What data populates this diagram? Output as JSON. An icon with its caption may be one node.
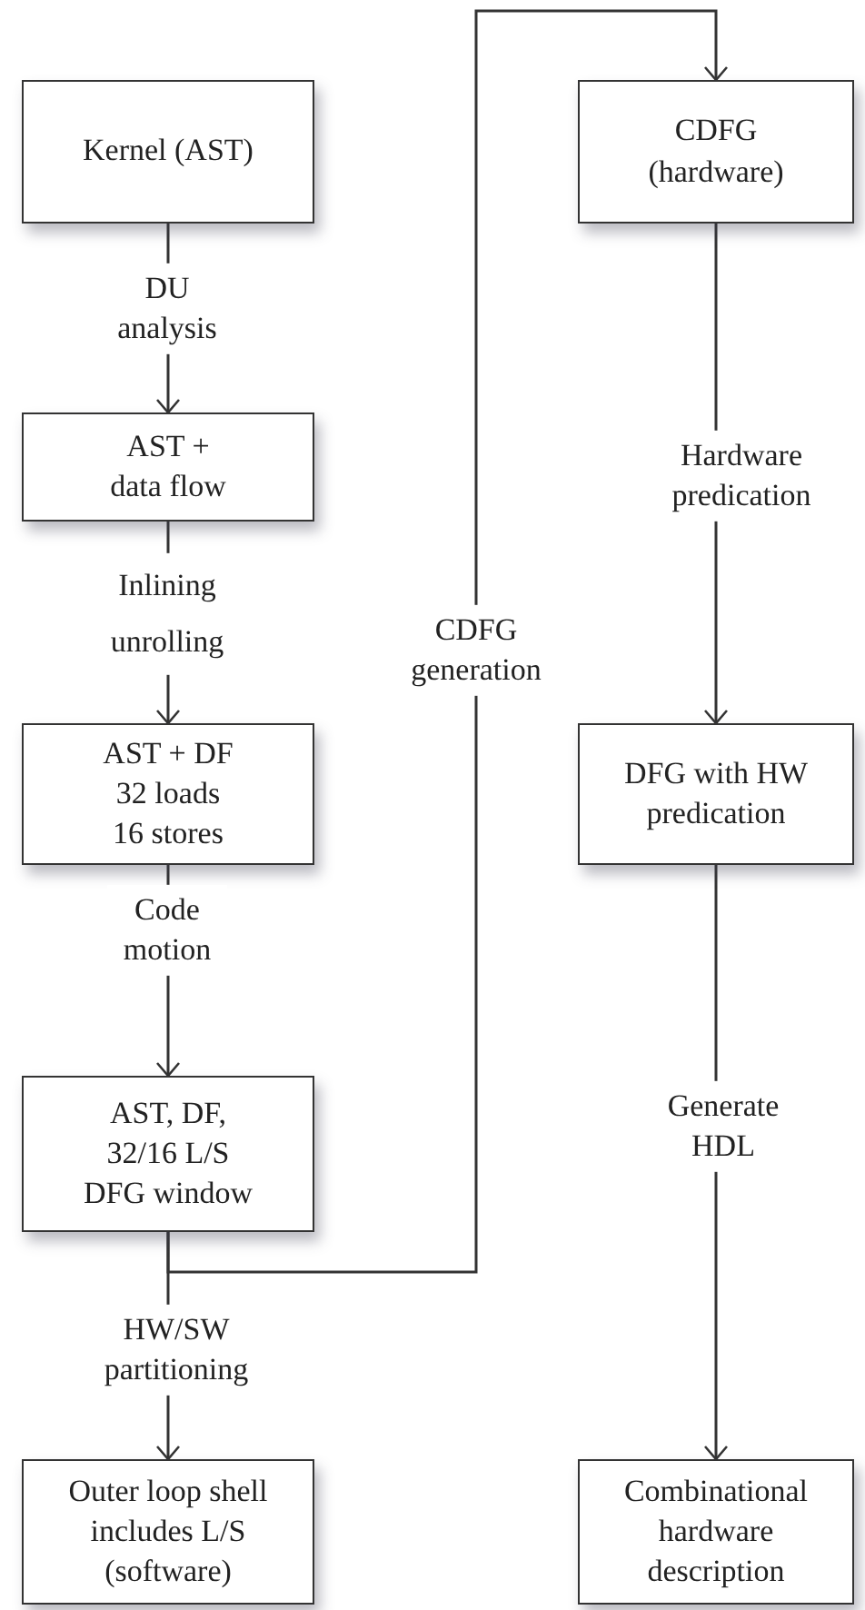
{
  "diagram": {
    "nodes": [
      {
        "text": [
          "Kernel (AST)"
        ]
      },
      {
        "text": [
          "AST + data flow"
        ]
      },
      {
        "text": [
          "AST + DF",
          "32 loads",
          "16 stores"
        ]
      },
      {
        "text": [
          "AST, DF,",
          "32/16 L/S",
          "DFG window"
        ]
      },
      {
        "text": [
          "Outer loop shell",
          "includes L/S",
          "(software)"
        ]
      },
      {
        "text": [
          "CDFG (hardware)"
        ]
      },
      {
        "text": [
          "DFG with HW predication"
        ]
      },
      {
        "text": [
          "Combinational hardware description"
        ]
      }
    ],
    "edges": [
      {
        "from": 0,
        "to": 1,
        "arrow": "to",
        "label": "DU analysis"
      },
      {
        "from": 1,
        "to": 2,
        "arrow": "to",
        "label": "Inlining unrolling"
      },
      {
        "from": 2,
        "to": 3,
        "arrow": "to",
        "label": "Code motion"
      },
      {
        "from": 3,
        "to": 4,
        "arrow": "to",
        "label": "HW/SW partitioning"
      },
      {
        "from": 3,
        "to": 5,
        "arrow": "to",
        "label": "CDFG generation"
      },
      {
        "from": 5,
        "to": 6,
        "arrow": "to",
        "label": "Hardware predication"
      },
      {
        "from": 6,
        "to": 7,
        "arrow": "to",
        "label": "Generate HDL"
      }
    ]
  }
}
